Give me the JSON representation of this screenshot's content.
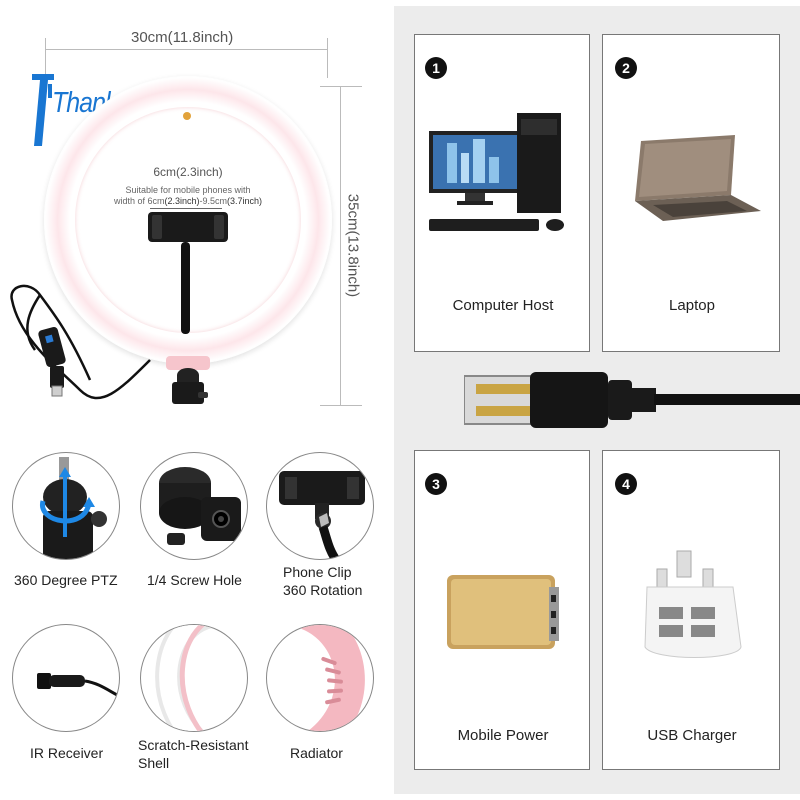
{
  "brand": "ThanksBuyer",
  "ring": {
    "width_label": "30cm(11.8inch)",
    "height_label": "35cm(13.8inch)",
    "clip_label": "6cm(2.3inch)",
    "clip_note_line1": "Suitable for mobile phones with",
    "clip_note_prefix": "width of 6cm",
    "clip_note_a": "(2.3inch)",
    "clip_note_mid": "-9.5cm",
    "clip_note_b": "(3.7inch)"
  },
  "features": [
    {
      "label": "360 Degree PTZ"
    },
    {
      "label": "1/4 Screw Hole"
    },
    {
      "label_line1": "Phone Clip",
      "label_line2": "360 Rotation"
    },
    {
      "label": "IR Receiver"
    },
    {
      "label_line1": "Scratch-Resistant",
      "label_line2": "Shell"
    },
    {
      "label": "Radiator"
    }
  ],
  "power_sources": [
    {
      "number": "1",
      "label": "Computer Host"
    },
    {
      "number": "2",
      "label": "Laptop"
    },
    {
      "number": "3",
      "label": "Mobile Power"
    },
    {
      "number": "4",
      "label": "USB Charger"
    }
  ],
  "colors": {
    "brand_blue": "#1976d2",
    "ring_pink": "#f6c5cc",
    "panel_gray": "#ececec"
  }
}
